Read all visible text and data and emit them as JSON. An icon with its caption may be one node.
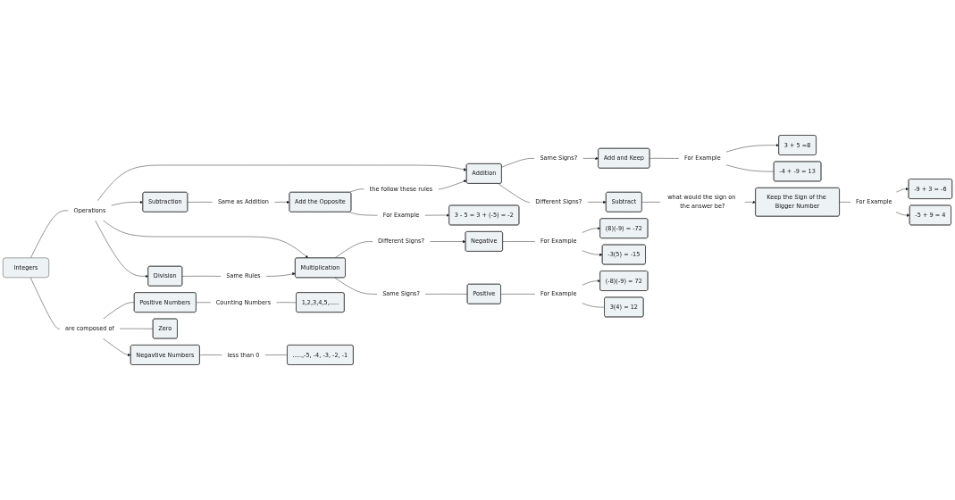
{
  "diagram": {
    "nodes": [
      {
        "text": [
          "Add and Keep"
        ]
      },
      {
        "text": [
          "For Example"
        ]
      },
      {
        "text": [
          "3 + 5 =8"
        ]
      },
      {
        "text": [
          "-9 + 3 = -6"
        ]
      },
      {
        "text": [
          "Addition"
        ]
      },
      {
        "text": [
          "Same Signs?"
        ]
      },
      {
        "text": [
          "-4 + -9 = 13"
        ]
      },
      {
        "text": [
          "For Example"
        ]
      },
      {
        "text": [
          "-5 + 9 = 4"
        ]
      },
      {
        "text": [
          "Different Signs?"
        ]
      },
      {
        "text": [
          "Subtract"
        ]
      },
      {
        "text": [
          "Keep the Sign of the Bigger Number"
        ]
      },
      {
        "text": [
          "the follow these rules"
        ]
      },
      {
        "text": [
          "what would the sign on the answer be?"
        ]
      },
      {
        "text": [
          "Same as Addition"
        ]
      },
      {
        "text": [
          "Add the Opposite"
        ]
      },
      {
        "text": [
          "For Example"
        ]
      },
      {
        "text": [
          "3 - 5 = 3 + (-5) = -2"
        ]
      },
      {
        "text": [
          "Subtraction"
        ]
      },
      {
        "text": [
          "Negative"
        ]
      },
      {
        "text": [
          "Multiplication"
        ]
      },
      {
        "text": [
          "Integers"
        ]
      },
      {
        "text": [
          "Operations"
        ]
      },
      {
        "text": [
          "(8)(-9) = -72"
        ]
      },
      {
        "text": [
          "For Example"
        ]
      },
      {
        "text": [
          "Division"
        ]
      },
      {
        "text": [
          "Same Rules"
        ]
      },
      {
        "text": [
          "Different Signs?"
        ]
      },
      {
        "text": [
          "-3(5) = -15"
        ]
      },
      {
        "text": [
          "are composed of"
        ]
      },
      {
        "text": [
          "Negavtive Numbers"
        ]
      },
      {
        "text": [
          "Positive Numbers"
        ]
      },
      {
        "text": [
          "Zero"
        ]
      },
      {
        "text": [
          "Same Signs?"
        ]
      },
      {
        "text": [
          "less than 0"
        ]
      },
      {
        "text": [
          "Counting Numbers"
        ]
      },
      {
        "text": [
          "Positive"
        ]
      },
      {
        "text": [
          "For Example"
        ]
      },
      {
        "text": [
          "(-8)(-9) = 72"
        ]
      },
      {
        "text": [
          "3(4) = 12"
        ]
      },
      {
        "text": [
          ".....,-5, -4, -3, -2, -1"
        ]
      },
      {
        "text": [
          "1,2,3,4,5,....."
        ]
      }
    ],
    "edges": [
      {
        "from": 21,
        "to": 22,
        "arrow": "none"
      },
      {
        "from": 22,
        "to": 4,
        "arrow": "to"
      },
      {
        "from": 22,
        "to": 18,
        "arrow": "to"
      },
      {
        "from": 22,
        "to": 20,
        "arrow": "to"
      },
      {
        "from": 22,
        "to": 25,
        "arrow": "to"
      },
      {
        "from": 4,
        "to": 5,
        "arrow": "none"
      },
      {
        "from": 5,
        "to": 0,
        "arrow": "to"
      },
      {
        "from": 4,
        "to": 9,
        "arrow": "none"
      },
      {
        "from": 9,
        "to": 10,
        "arrow": "to"
      },
      {
        "from": 10,
        "to": 13,
        "arrow": "none"
      },
      {
        "from": 13,
        "to": 11,
        "arrow": "to"
      },
      {
        "from": 11,
        "to": 7,
        "arrow": "none"
      },
      {
        "from": 7,
        "to": 3,
        "arrow": "to"
      },
      {
        "from": 7,
        "to": 8,
        "arrow": "to"
      },
      {
        "from": 0,
        "to": 1,
        "arrow": "none"
      },
      {
        "from": 1,
        "to": 2,
        "arrow": "to"
      },
      {
        "from": 1,
        "to": 6,
        "arrow": "none"
      },
      {
        "from": 18,
        "to": 14,
        "arrow": "none"
      },
      {
        "from": 14,
        "to": 15,
        "arrow": "to"
      },
      {
        "from": 15,
        "to": 12,
        "arrow": "none"
      },
      {
        "from": 12,
        "to": 4,
        "arrow": "to"
      },
      {
        "from": 15,
        "to": 16,
        "arrow": "none"
      },
      {
        "from": 16,
        "to": 17,
        "arrow": "to"
      },
      {
        "from": 25,
        "to": 26,
        "arrow": "none"
      },
      {
        "from": 26,
        "to": 20,
        "arrow": "to"
      },
      {
        "from": 20,
        "to": 27,
        "arrow": "none"
      },
      {
        "from": 27,
        "to": 19,
        "arrow": "to"
      },
      {
        "from": 19,
        "to": 24,
        "arrow": "none"
      },
      {
        "from": 24,
        "to": 23,
        "arrow": "to"
      },
      {
        "from": 24,
        "to": 28,
        "arrow": "to"
      },
      {
        "from": 20,
        "to": 33,
        "arrow": "none"
      },
      {
        "from": 33,
        "to": 36,
        "arrow": "none"
      },
      {
        "from": 36,
        "to": 37,
        "arrow": "none"
      },
      {
        "from": 37,
        "to": 38,
        "arrow": "to"
      },
      {
        "from": 37,
        "to": 39,
        "arrow": "none"
      },
      {
        "from": 21,
        "to": 29,
        "arrow": "none"
      },
      {
        "from": 29,
        "to": 31,
        "arrow": "none"
      },
      {
        "from": 29,
        "to": 32,
        "arrow": "none"
      },
      {
        "from": 29,
        "to": 30,
        "arrow": "to"
      },
      {
        "from": 30,
        "to": 34,
        "arrow": "none"
      },
      {
        "from": 34,
        "to": 40,
        "arrow": "none"
      },
      {
        "from": 31,
        "to": 35,
        "arrow": "none"
      },
      {
        "from": 35,
        "to": 41,
        "arrow": "none"
      }
    ]
  }
}
